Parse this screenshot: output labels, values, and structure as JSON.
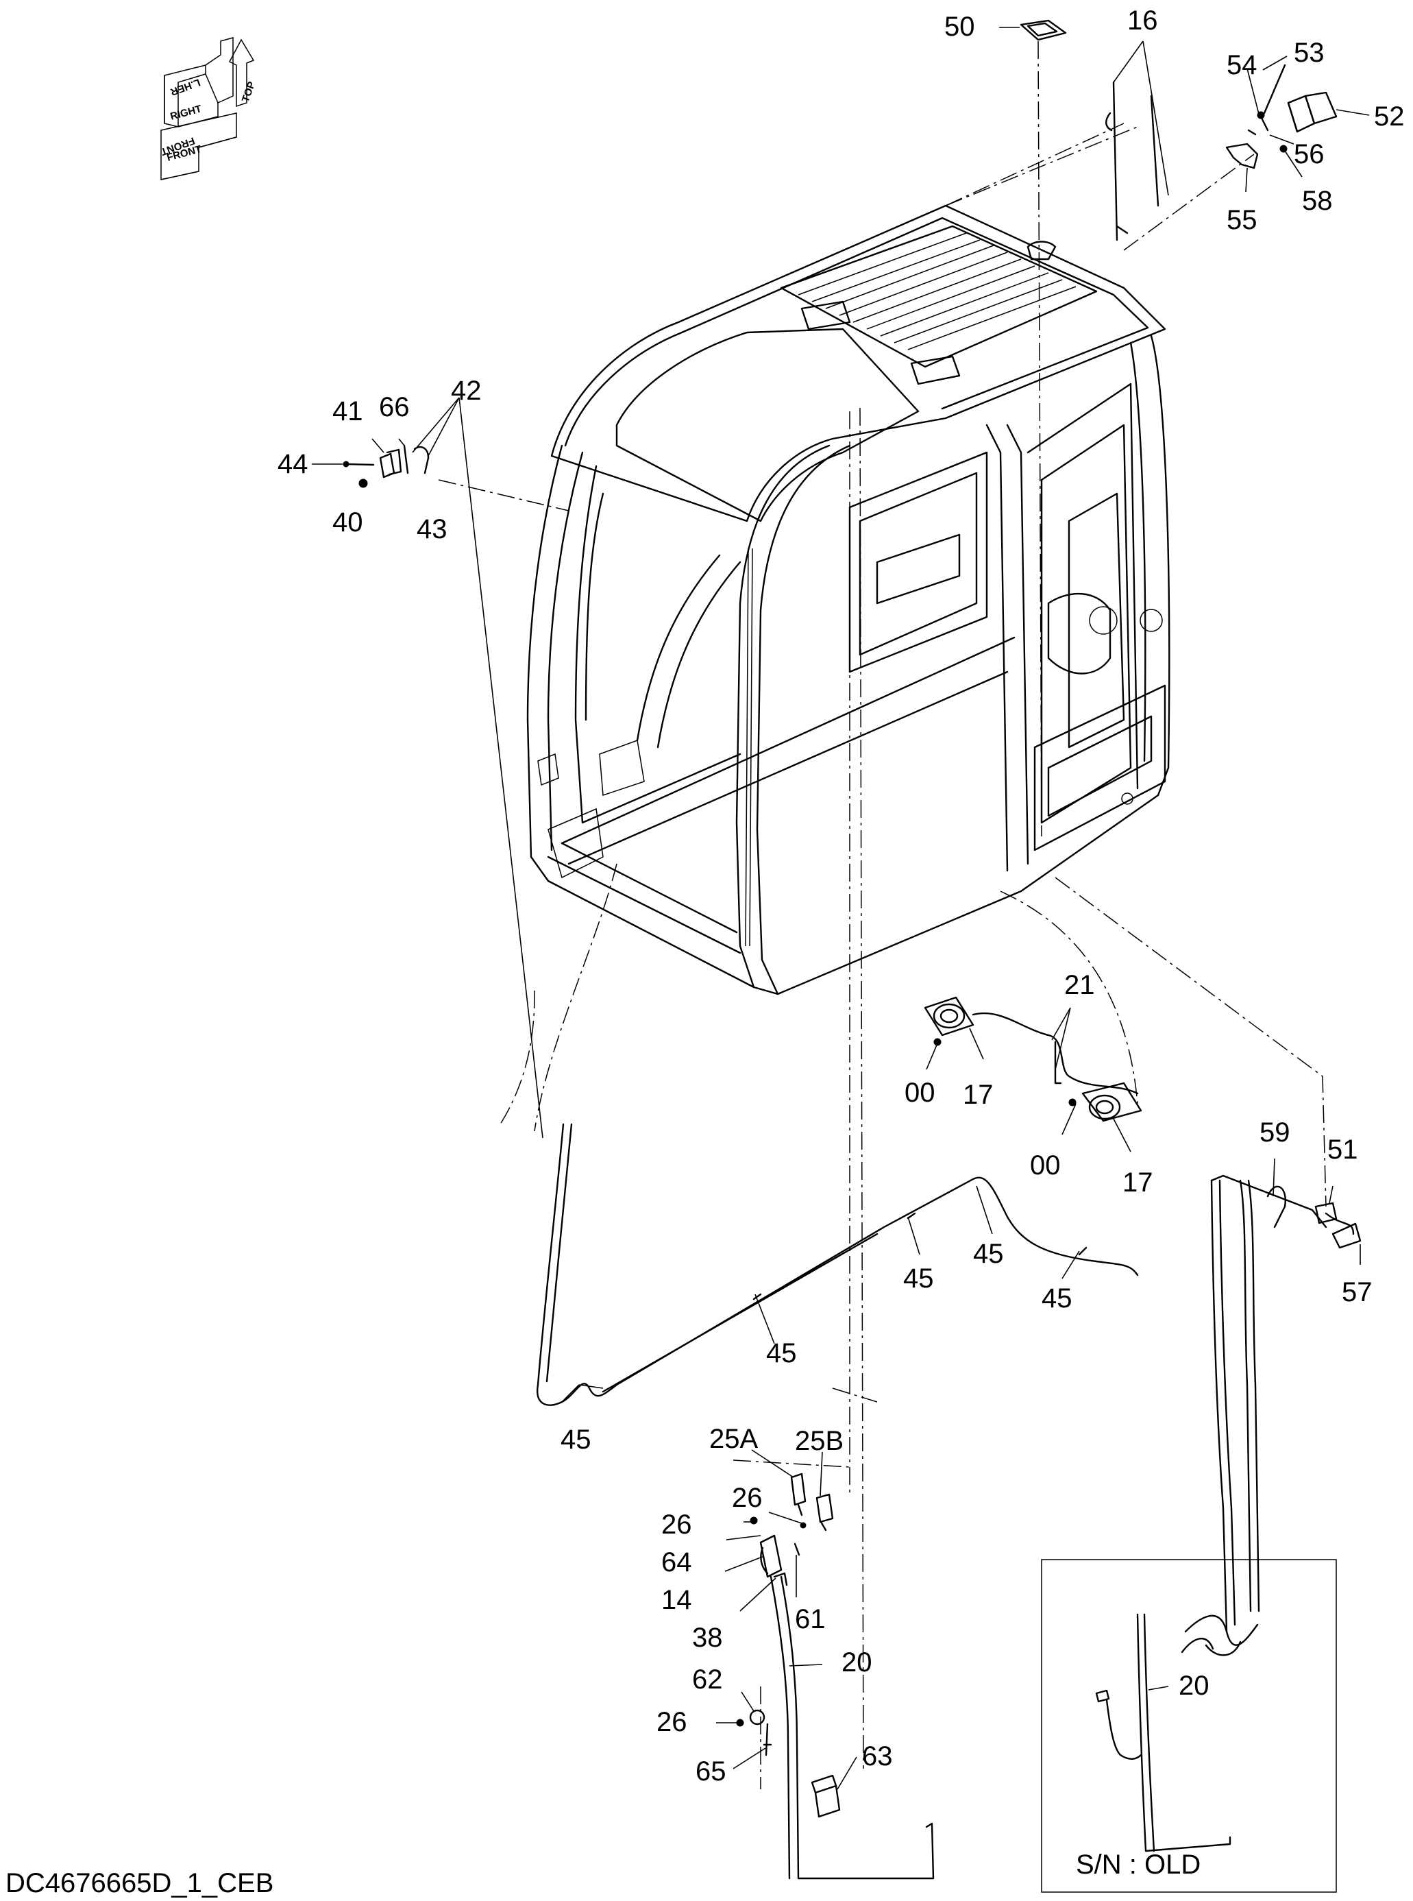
{
  "drawing_id": "DC4676665D_1_CEB",
  "inset_label": "S/N : OLD",
  "orientation": {
    "top": "TOP",
    "right": "RIGHT",
    "left_hand": "L.HER",
    "front_a": "FRONT",
    "front_b": "FRONT"
  },
  "callouts": {
    "c50": "50",
    "c16": "16",
    "c53": "53",
    "c54": "54",
    "c52": "52",
    "c56": "56",
    "c58": "58",
    "c55": "55",
    "c41": "41",
    "c66": "66",
    "c42": "42",
    "c44": "44",
    "c40": "40",
    "c43": "43",
    "c21": "21",
    "c00a": "00",
    "c17a": "17",
    "c00b": "00",
    "c17b": "17",
    "c59": "59",
    "c51": "51",
    "c57": "57",
    "c45a": "45",
    "c45b": "45",
    "c45c": "45",
    "c45d": "45",
    "c45e": "45",
    "c25a": "25A",
    "c25b": "25B",
    "c26a": "26",
    "c26b": "26",
    "c64": "64",
    "c14": "14",
    "c61": "61",
    "c38": "38",
    "c20a": "20",
    "c62": "62",
    "c26c": "26",
    "c65": "65",
    "c63": "63",
    "c20b": "20"
  }
}
